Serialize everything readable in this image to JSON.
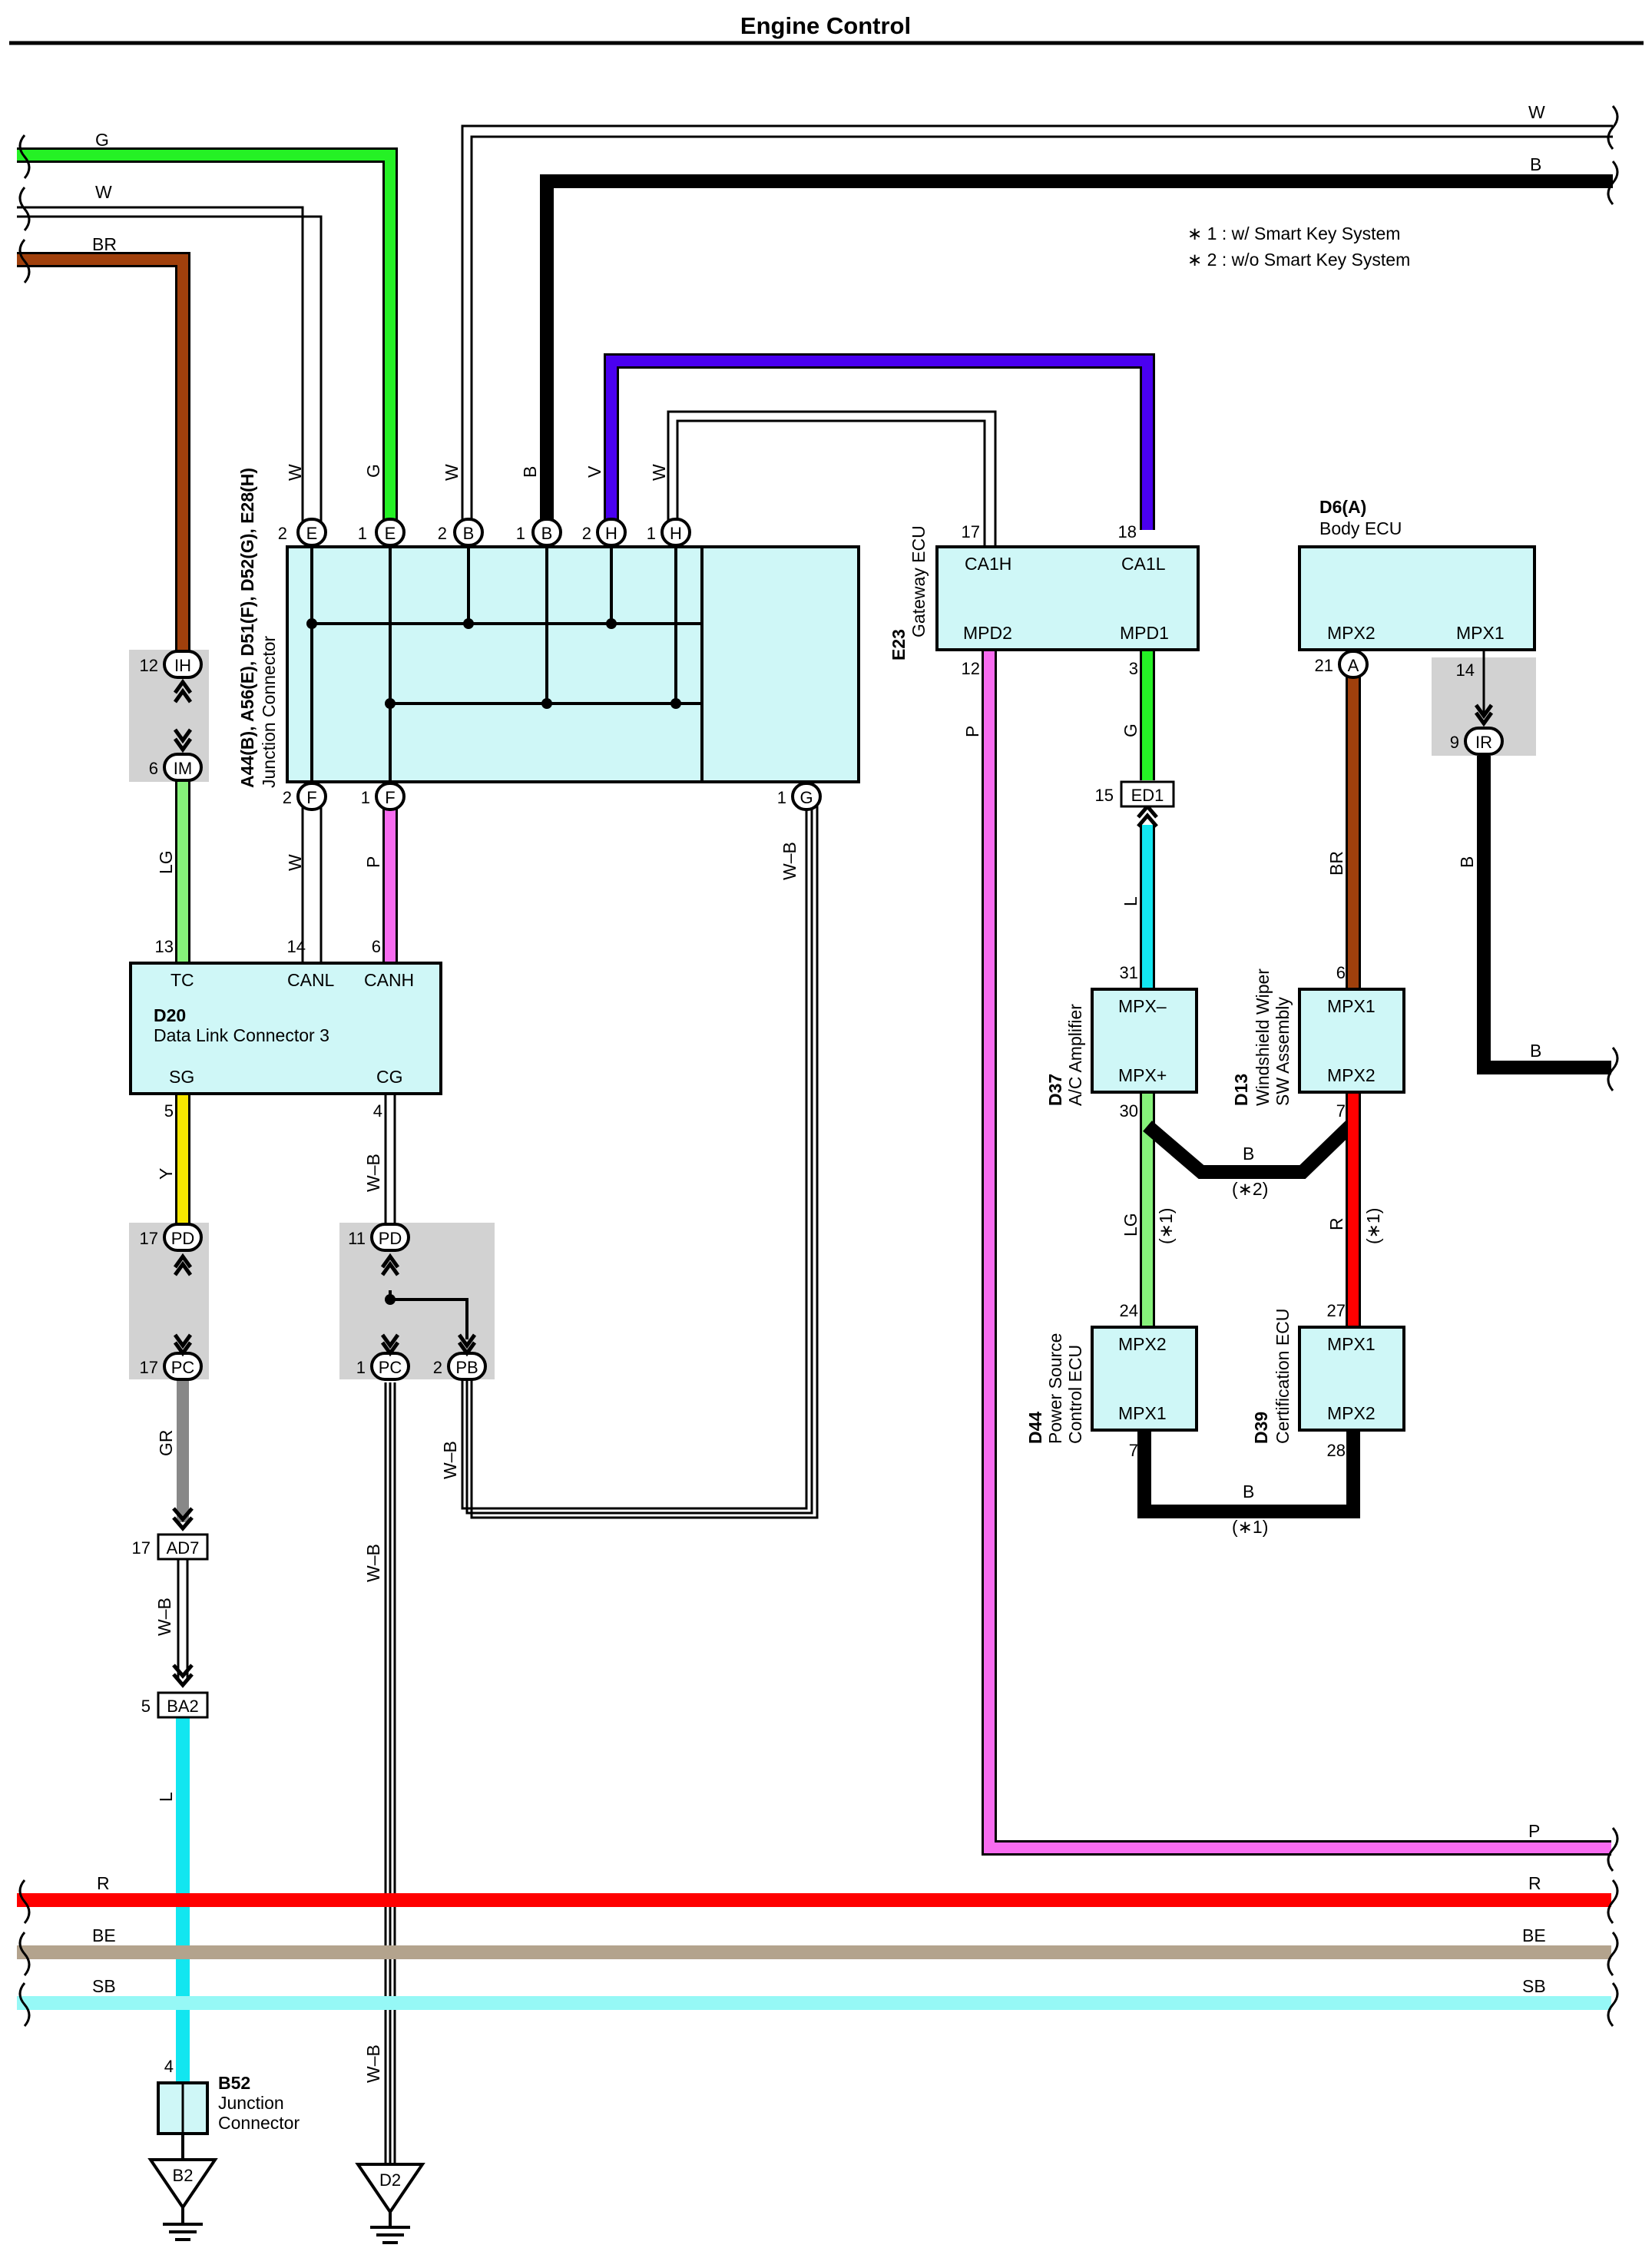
{
  "header": {
    "title": "Engine Control"
  },
  "notes": {
    "n1": "∗ 1 : w/ Smart Key System",
    "n2": "∗ 2 : w/o Smart Key System"
  },
  "colors": {
    "G": "#25f125",
    "W": "#ffffff",
    "BR": "#a0400c",
    "B": "#000000",
    "V": "#4a00f0",
    "LG": "#86f27a",
    "P": "#f86cf0",
    "Y": "#f6e600",
    "GR": "#888888",
    "L": "#12e6f0",
    "R": "#ff0000",
    "BE": "#b3a38d",
    "SB": "#96f8f6",
    "WB": "#ffffff",
    "box": "#cff7f7",
    "shade": "#d2d2d2"
  },
  "components": {
    "junction": {
      "code": "A44(B), A56(E), D51(F), D52(G), E28(H)",
      "name": "Junction Connector"
    },
    "gateway": {
      "code": "E23",
      "name": "Gateway ECU",
      "pins": [
        "CA1H",
        "CA1L",
        "MPD2",
        "MPD1"
      ]
    },
    "body_ecu": {
      "code": "D6(A)",
      "name": "Body ECU",
      "pins": [
        "MPX2",
        "MPX1"
      ]
    },
    "dlc": {
      "code": "D20",
      "name": "Data Link Connector 3",
      "pins": [
        "TC",
        "CANL",
        "CANH",
        "SG",
        "CG"
      ]
    },
    "ac_amp": {
      "code": "D37",
      "name": "A/C Amplifier",
      "pins": [
        "MPX–",
        "MPX+"
      ]
    },
    "wiper": {
      "code": "D13",
      "name1": "Windshield Wiper",
      "name2": "SW Assembly",
      "pins": [
        "MPX1",
        "MPX2"
      ]
    },
    "power_source": {
      "code": "D44",
      "name1": "Power Source",
      "name2": "Control ECU",
      "pins": [
        "MPX2",
        "MPX1"
      ]
    },
    "certification": {
      "code": "D39",
      "name": "Certification ECU",
      "pins": [
        "MPX1",
        "MPX2"
      ]
    },
    "b52": {
      "code": "B52",
      "name1": "Junction",
      "name2": "Connector"
    }
  },
  "connectors": {
    "IH": "IH",
    "IM": "IM",
    "IR": "IR",
    "PD": "PD",
    "PC": "PC",
    "PB": "PB",
    "ED1": "ED1",
    "AD7": "AD7",
    "BA2": "BA2",
    "E": "E",
    "B": "B",
    "H": "H",
    "F": "F",
    "Gc": "G",
    "A": "A"
  },
  "grounds": {
    "g1": "B2",
    "g2": "D2"
  },
  "pins": {
    "p1": "1",
    "p2": "2",
    "p3": "3",
    "p4": "4",
    "p5": "5",
    "p6": "6",
    "p7": "7",
    "p9": "9",
    "p11": "11",
    "p12": "12",
    "p13": "13",
    "p14": "14",
    "p15": "15",
    "p17": "17",
    "p18": "18",
    "p21": "21",
    "p24": "24",
    "p27": "27",
    "p28": "28",
    "p30": "30",
    "p31": "31"
  },
  "wires": {
    "G": "G",
    "W": "W",
    "BR": "BR",
    "B": "B",
    "V": "V",
    "LG": "LG",
    "P": "P",
    "Y": "Y",
    "GR": "GR",
    "L": "L",
    "R": "R",
    "BE": "BE",
    "SB": "SB",
    "WB": "W–B"
  },
  "marks": {
    "s1": "(∗1)",
    "s2": "(∗2)"
  }
}
